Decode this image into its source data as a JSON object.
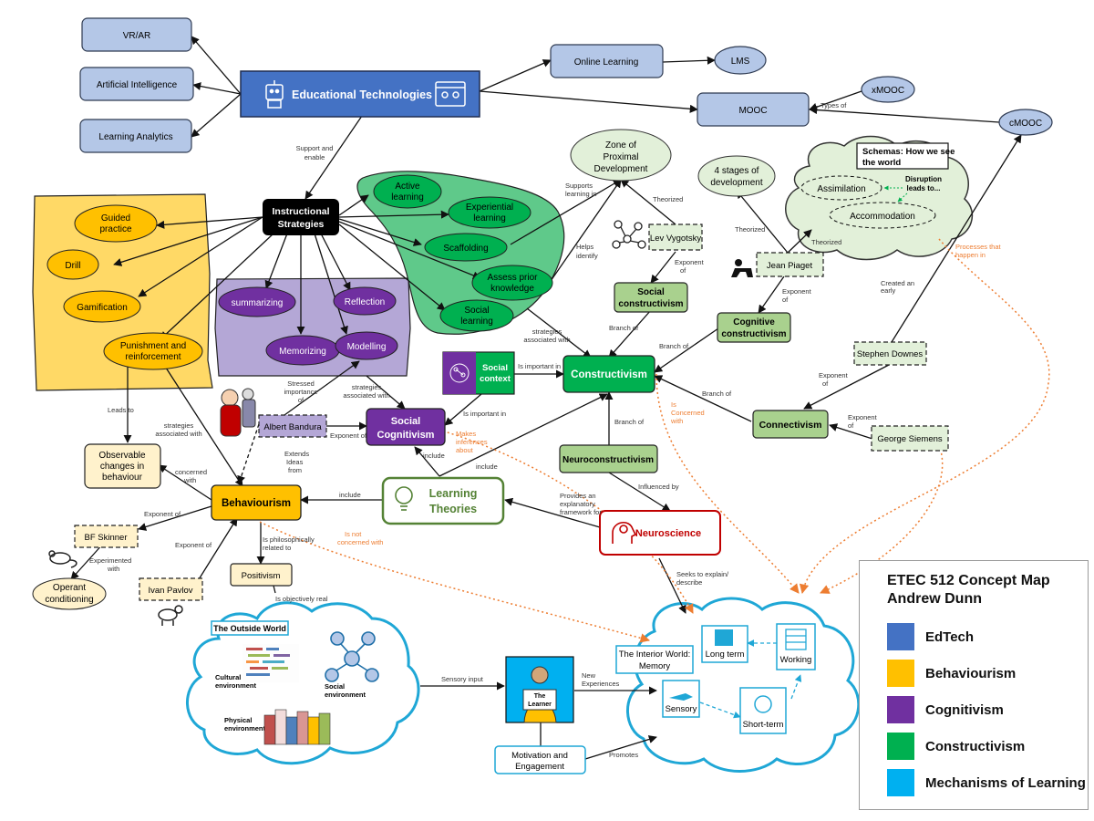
{
  "nodes": {
    "vrar": "VR/AR",
    "ai": "Artificial Intelligence",
    "analytics": "Learning Analytics",
    "edtech": "Educational Technologies",
    "online": "Online Learning",
    "lms": "LMS",
    "mooc": "MOOC",
    "xmooc": "xMOOC",
    "cmooc": "cMOOC",
    "instr1": "Instructional",
    "instr2": "Strategies",
    "guided1": "Guided",
    "guided2": "practice",
    "drill": "Drill",
    "gamification": "Gamification",
    "punish1": "Punishment and",
    "punish2": "reinforcement",
    "summarizing": "summarizing",
    "reflection": "Reflection",
    "memorizing": "Memorizing",
    "modelling": "Modelling",
    "active1": "Active",
    "active2": "learning",
    "exper1": "Experiential",
    "exper2": "learning",
    "scaffolding": "Scaffolding",
    "assess1": "Assess prior",
    "assess2": "knowledge",
    "social_l1": "Social",
    "social_l2": "learning",
    "zpd1": "Zone of",
    "zpd2": "Proximal",
    "zpd3": "Development",
    "stages1": "4 stages of",
    "stages2": "development",
    "schemas1": "Schemas: How we see",
    "schemas2": "the world",
    "assimilation": "Assimilation",
    "accommodation": "Accommodation",
    "disruption1": "Disruption",
    "disruption2": "leads to...",
    "vygotsky": "Lev Vygotsky",
    "piaget": "Jean Piaget",
    "soc_constr1": "Social",
    "soc_constr2": "constructivism",
    "cog_constr1": "Cognitive",
    "cog_constr2": "constructivism",
    "constructivism": "Constructivism",
    "social_ctx1": "Social",
    "social_ctx2": "context",
    "downes": "Stephen Downes",
    "connectivism": "Connectivism",
    "siemens": "George Siemens",
    "observable1": "Observable",
    "observable2": "changes in",
    "observable3": "behaviour",
    "bandura": "Albert Bandura",
    "soc_cog1": "Social",
    "soc_cog2": "Cognitivism",
    "neuroconstr": "Neuroconstructivism",
    "behaviourism": "Behaviourism",
    "lt1": "Learning",
    "lt2": "Theories",
    "neuroscience": "Neuroscience",
    "skinner": "BF Skinner",
    "operant1": "Operant",
    "operant2": "conditioning",
    "pavlov": "Ivan Pavlov",
    "positivism": "Positivism",
    "outside": "The Outside World",
    "cultural1": "Cultural",
    "cultural2": "environment",
    "socenv1": "Social",
    "socenv2": "environment",
    "physical1": "Physical",
    "physical2": "environment",
    "learner1": "The",
    "learner2": "Learner",
    "motivation1": "Motivation and",
    "motivation2": "Engagement",
    "interior1": "The Interior World:",
    "interior2": "Memory",
    "longterm": "Long term",
    "working": "Working",
    "sensory": "Sensory",
    "shortterm": "Short-term"
  },
  "links": {
    "support1": "Support and",
    "support2": "enable",
    "types_of": "Types of",
    "supports1": "Supports",
    "supports2": "learning in",
    "theorized": "Theorized",
    "theorized2": "Theorized",
    "theorized3": "Theorized",
    "helps1": "Helps",
    "helps2": "identify",
    "exponent1": "Exponent",
    "exponent2": "of",
    "exponent_piaget1": "Exponent",
    "exponent_piaget2": "of",
    "created1": "Created an",
    "created2": "early",
    "processes1": "Processes that",
    "processes2": "happen in",
    "strategies_assoc1": "strategies",
    "strategies_assoc2": "associated with",
    "branch_social": "Branch of",
    "branch_cog": "Branch of",
    "branch_conn": "Branch of",
    "branch_neuro": "Branch of",
    "important1": "Is important in",
    "important2": "Is important in",
    "exp_downes1": "Exponent",
    "exp_downes2": "of",
    "exp_siemens1": "Exponent",
    "exp_siemens2": "of",
    "concerned1": "Is",
    "concerned2": "Concerned",
    "concerned3": "with",
    "stressed1": "Stressed",
    "stressed2": "importance",
    "stressed3": "of",
    "strat_model1": "strategies",
    "strat_model2": "associated with",
    "leads_to": "Leads to",
    "strat_beh1": "strategies",
    "strat_beh2": "associated with",
    "exponent_of": "Exponent of",
    "makes1": "Makes",
    "makes2": "inferences",
    "makes3": "about",
    "include1": "include",
    "include2": "include",
    "include3": "include",
    "extends1": "Extends",
    "extends2": "Ideas",
    "extends3": "from",
    "concerned_with1": "concerned",
    "concerned_with2": "with",
    "influenced": "Influenced by",
    "provides1": "Provides an",
    "provides2": "explanatory",
    "provides3": "framework for",
    "exp_skinner": "Exponent of",
    "exp_pavlov": "Exponent of",
    "experimented1": "Experimented",
    "experimented2": "with",
    "philos1": "Is philosophically",
    "philos2": "related to",
    "not_concerned1": "Is not",
    "not_concerned2": "concerned with",
    "seeks1": "Seeks to explain/",
    "seeks2": "describe",
    "objectively": "Is objectively real",
    "sensory_input": "Sensory input",
    "new_exp1": "New",
    "new_exp2": "Experiences",
    "promotes": "Promotes"
  },
  "legend": {
    "title1": "ETEC 512 Concept Map",
    "title2": "Andrew Dunn",
    "items": [
      {
        "label": "EdTech",
        "color": "#4472c4"
      },
      {
        "label": "Behaviourism",
        "color": "#ffc000"
      },
      {
        "label": "Cognitivism",
        "color": "#7030a0"
      },
      {
        "label": "Constructivism",
        "color": "#00b050"
      },
      {
        "label": "Mechanisms of Learning",
        "color": "#00b0f0"
      }
    ]
  },
  "colors": {
    "edtech_light": "#b4c7e7",
    "edtech": "#4472c4",
    "behaviour": "#ffc000",
    "behaviour_light": "#ffe699",
    "behaviour_pale": "#fff2cc",
    "cognitive": "#7030a0",
    "cognitive_light": "#b4a7d6",
    "constructive": "#00b050",
    "constructive_light": "#a9d18e",
    "constructive_pale": "#e2f0d9",
    "mechanism": "#1fa7d6",
    "neuro_red": "#c00000",
    "lt_green": "#548235"
  }
}
